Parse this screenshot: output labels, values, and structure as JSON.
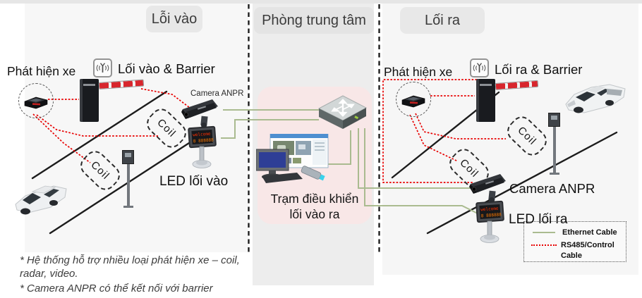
{
  "colors": {
    "ethernet_cable": "#aabb90",
    "rs485_cable": "#e80000",
    "center_panel_pink": "#f8e7e7",
    "header_pill_gray": "#e8e8e8",
    "road_line": "#1c1c1c"
  },
  "sections": {
    "entry": {
      "header": "Lỗi vào",
      "detect_label": "Phát hiện xe",
      "barrier_label": "Lối vào & Barrier",
      "camera_label": "Camera ANPR",
      "led_label": "LED lối vào",
      "coils": [
        "Coil",
        "Coil"
      ]
    },
    "center": {
      "header": "Phòng trung tâm",
      "station_line1": "Trạm điều khiển",
      "station_line2": "lối vào ra"
    },
    "exit": {
      "header": "Lối ra",
      "detect_label": "Phát hiện xe",
      "barrier_label": "Lối ra & Barrier",
      "camera_label": "Camera ANPR",
      "led_label": "LED lối ra",
      "coils": [
        "Coil",
        "Coil"
      ]
    }
  },
  "led_screen": {
    "line1": "welcome",
    "line2": "8 888888"
  },
  "legend": {
    "items": [
      {
        "label": "Ethernet Cable"
      },
      {
        "label": "RS485/Control Cable"
      }
    ]
  },
  "footnotes": [
    "* Hệ thống hỗ trợ nhiều loại phát hiện xe – coil, radar, video.",
    "* Camera ANPR có thể kết nối với barrier"
  ]
}
